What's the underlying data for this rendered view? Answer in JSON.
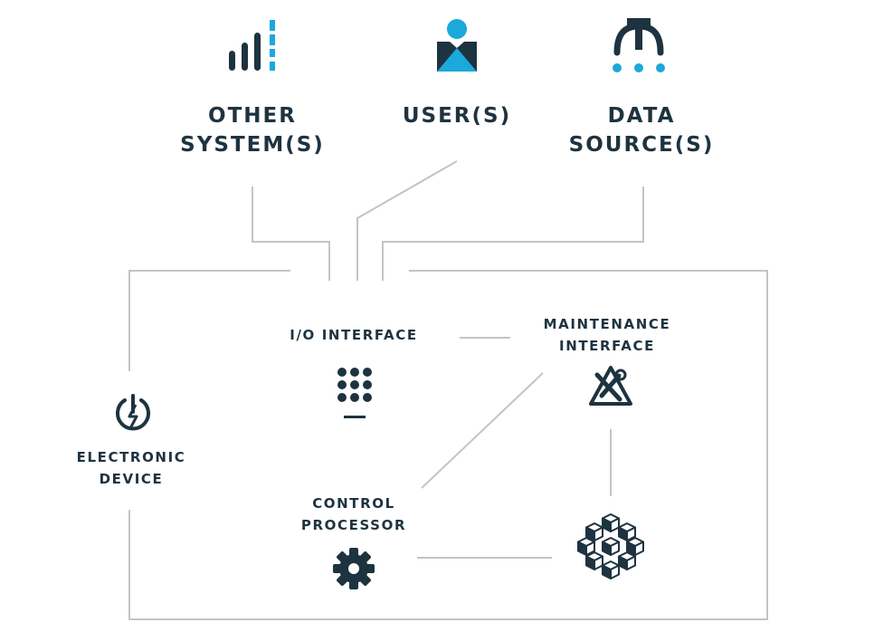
{
  "nodes": {
    "other_systems": {
      "line1": "OTHER",
      "line2": "SYSTEM(S)",
      "icon": "signal-bars-icon"
    },
    "users": {
      "line1": "USER(S)",
      "icon": "user-icon"
    },
    "data_sources": {
      "line1": "DATA",
      "line2": "SOURCE(S)",
      "icon": "data-source-icon"
    },
    "io_interface": {
      "line1": "I/O INTERFACE",
      "icon": "keypad-icon"
    },
    "maintenance_interface": {
      "line1": "MAINTENANCE",
      "line2": "INTERFACE",
      "icon": "maintenance-tools-icon"
    },
    "electronic_device": {
      "line1": "ELECTRONIC",
      "line2": "DEVICE",
      "icon": "power-icon"
    },
    "control_processor": {
      "line1": "CONTROL",
      "line2": "PROCESSOR",
      "icon": "gear-icon"
    },
    "memory": {
      "icon": "cube-cluster-icon"
    }
  },
  "colors": {
    "dark": "#1e3340",
    "accent": "#1ba8db",
    "line": "#c4c4c4"
  }
}
